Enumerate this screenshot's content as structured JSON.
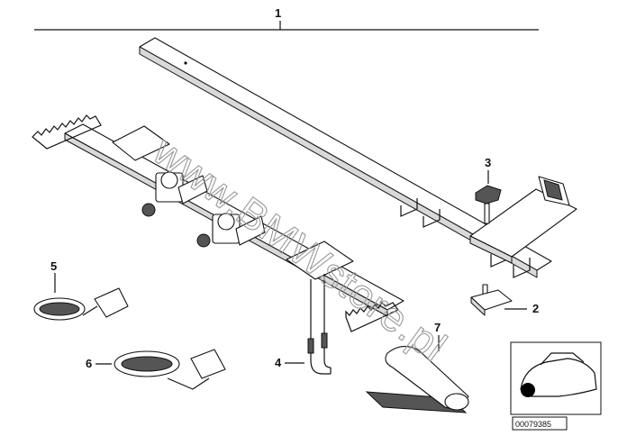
{
  "callouts": {
    "c1": "1",
    "c2": "2",
    "c3": "3",
    "c4": "4",
    "c5": "5",
    "c6": "6",
    "c7": "7"
  },
  "watermark": "www.BMWstore.pl",
  "reference_number": "00079385"
}
